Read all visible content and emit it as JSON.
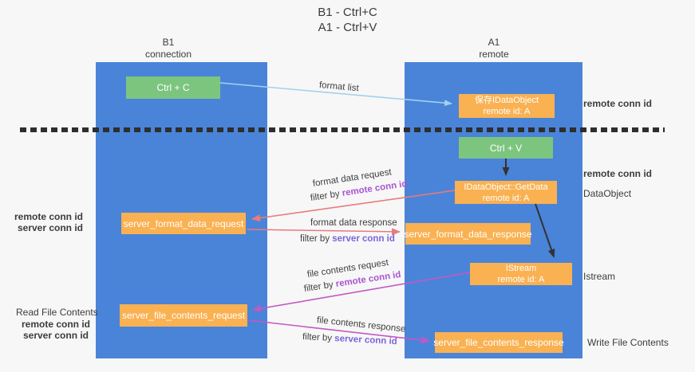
{
  "title": {
    "line1": "B1 - Ctrl+C",
    "line2": "A1 - Ctrl+V"
  },
  "columns": {
    "left": {
      "header_line1": "B1",
      "header_line2": "connection"
    },
    "right": {
      "header_line1": "A1",
      "header_line2": "remote"
    }
  },
  "boxes": {
    "ctrl_c": "Ctrl + C",
    "ctrl_v": "Ctrl + V",
    "save_idataobject": {
      "line1": "保存IDataObject",
      "line2": "remote id: A"
    },
    "getdata": {
      "line1": "IDataObject::GetData",
      "line2": "remote id: A"
    },
    "istream": {
      "line1": "IStream",
      "line2": "remote id: A"
    },
    "server_format_data_request": "server_format_data_request",
    "server_format_data_response": "server_format_data_response",
    "server_file_contents_request": "server_file_contents_request",
    "server_file_contents_response": "server_file_contents_response"
  },
  "flow_labels": {
    "format_list": "format list",
    "format_data_request": "format data request",
    "format_data_response": "format data response",
    "file_contents_request": "file contents request",
    "file_contents_response": "file contents response",
    "filter_by": "filter by ",
    "remote_conn_id": "remote conn id",
    "server_conn_id": "server conn id"
  },
  "side_labels": {
    "right_remote_conn_id_1": "remote conn id",
    "right_remote_conn_id_2": "remote conn id",
    "dataobject": "DataObject",
    "istream": "Istream",
    "write_file_contents": "Write File Contents",
    "left_remote_conn_id_1": "remote conn id",
    "left_server_conn_id_1": "server conn id",
    "read_file_contents": "Read File Contents",
    "left_remote_conn_id_2": "remote conn id",
    "left_server_conn_id_2": "server conn id"
  },
  "colors": {
    "column_blue": "#4a84d8",
    "box_green": "#7cc57f",
    "box_orange": "#f9b152",
    "arrow_lightblue": "#a3d1ee",
    "arrow_red": "#e87b7b",
    "arrow_magenta": "#c557c4",
    "arrow_black": "#333333",
    "text_purple": "#a855cf",
    "text_violet": "#7d64d9",
    "text_green": "#5fb260",
    "text_dark": "#3c3c3c",
    "background": "#f7f7f8"
  }
}
